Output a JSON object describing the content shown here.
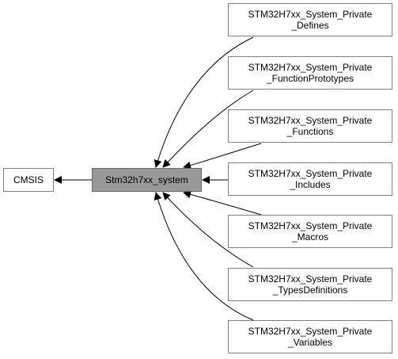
{
  "diagram": {
    "cmsis": {
      "label": "CMSIS"
    },
    "system": {
      "label": "Stm32h7xx_system"
    },
    "children": [
      {
        "line1": "STM32H7xx_System_Private",
        "line2": "_Defines"
      },
      {
        "line1": "STM32H7xx_System_Private",
        "line2": "_FunctionPrototypes"
      },
      {
        "line1": "STM32H7xx_System_Private",
        "line2": "_Functions"
      },
      {
        "line1": "STM32H7xx_System_Private",
        "line2": "_Includes"
      },
      {
        "line1": "STM32H7xx_System_Private",
        "line2": "_Macros"
      },
      {
        "line1": "STM32H7xx_System_Private",
        "line2": "_TypesDefinitions"
      },
      {
        "line1": "STM32H7xx_System_Private",
        "line2": "_Variables"
      }
    ]
  }
}
